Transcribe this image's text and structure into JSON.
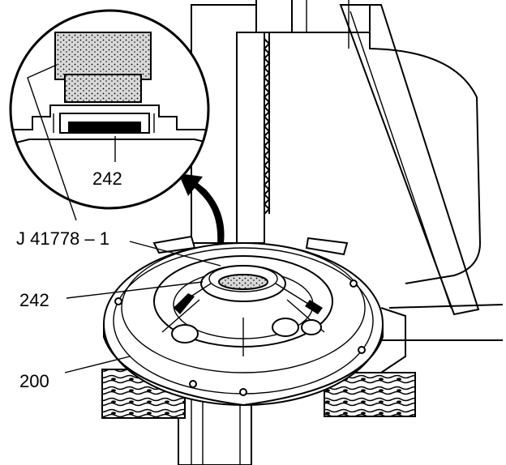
{
  "labels": {
    "tool": "J 41778 – 1",
    "seal_callout": "242",
    "seal_inset": "242",
    "pump": "200"
  },
  "colors": {
    "ink": "#000000",
    "paper": "#ffffff"
  },
  "icons": {
    "arrow": "curved-arrow-icon"
  }
}
